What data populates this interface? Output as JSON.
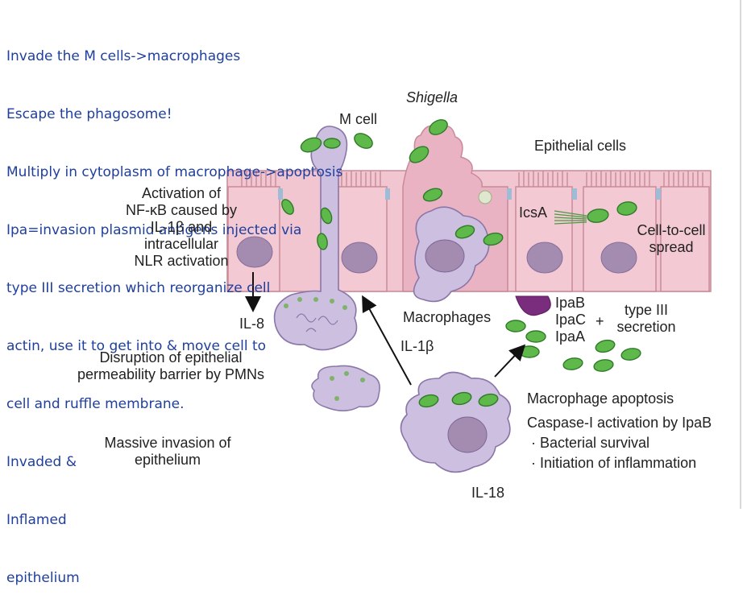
{
  "notes": [
    "Invade the M cells->macrophages",
    "Escape the phagosome!",
    "Multiply in cytoplasm of macrophage->apoptosis",
    "Ipa=invasion plasmid antigens injected via",
    "type III secretion which reorganize cell",
    "actin, use it to get into & move cell to",
    "cell and ruffle membrane.",
    "Invaded &",
    "Inflamed",
    "epithelium"
  ],
  "labels": {
    "shigella": "Shigella",
    "m_cell": "M cell",
    "epithelial_cells": "Epithelial cells",
    "activation_lines": [
      "Activation of",
      "NF-κB caused by",
      "IL-1β and",
      "intracellular",
      "NLR activation"
    ],
    "icsa": "IcsA",
    "cell_to_cell_lines": [
      "Cell-to-cell",
      "spread"
    ],
    "il8": "IL-8",
    "macrophages": "Macrophages",
    "il1b": "IL-1β",
    "ipab": "IpaB",
    "ipac": "IpaC",
    "ipaa": "IpaA",
    "plus": "+",
    "type3_lines": [
      "type III",
      "secretion"
    ],
    "disruption_lines": [
      "Disruption of epithelial",
      "permeability barrier by PMNs"
    ],
    "massive_lines": [
      "Massive invasion of",
      "epithelium"
    ],
    "macrophage_apoptosis": "Macrophage apoptosis",
    "caspase": "Caspase-I activation by IpaB",
    "bullet_survival": "· Bacterial survival",
    "bullet_inflammation": "· Initiation of inflammation",
    "il18": "IL-18"
  },
  "colors": {
    "notes_text": "#1f3f9f",
    "epithelial_cell": "#f2c6d0",
    "epithelial_outline": "#c98a98",
    "nucleus": "#a48bb0",
    "macrophage": "#cdbfe0",
    "macrophage_outline": "#8a76a8",
    "bacterium": "#5fb84a",
    "bacterium_outline": "#2f7a2a",
    "tight_junction": "#9fbcd6"
  }
}
